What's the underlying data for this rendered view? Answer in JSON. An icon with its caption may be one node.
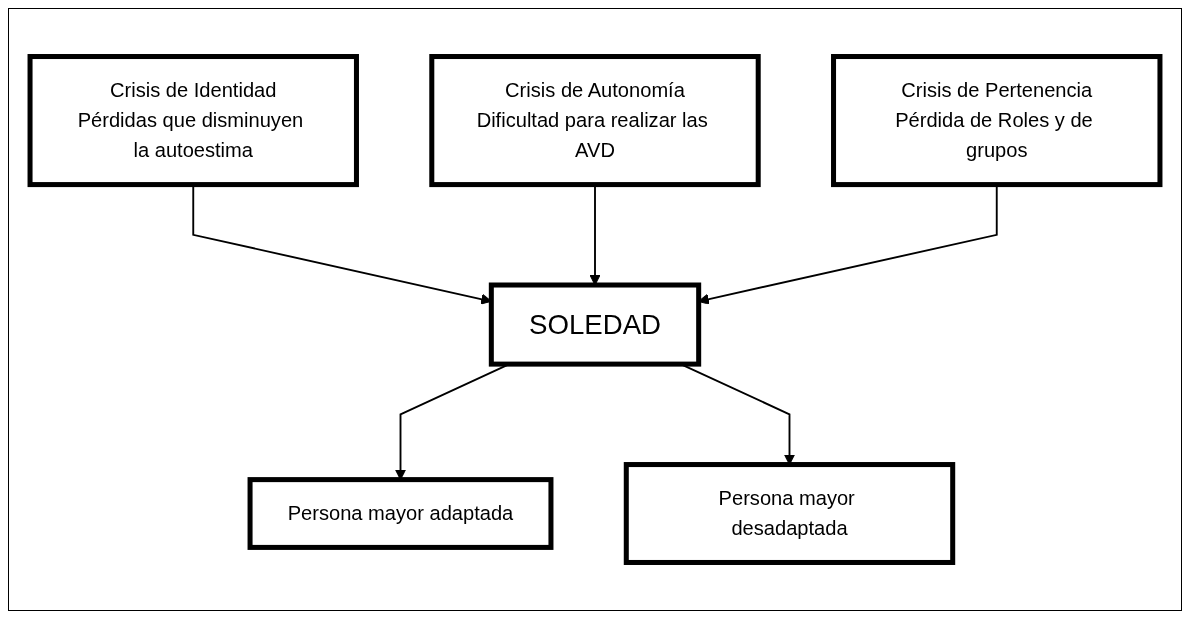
{
  "diagram": {
    "nodes": [
      {
        "text": [
          "Crisis de Identidad",
          "Pérdidas que disminuyen la autoestima"
        ]
      },
      {
        "text": [
          "Crisis de Autonomía",
          "Dificultad para realizar las AVD"
        ]
      },
      {
        "text": [
          "Crisis de Pertenencia",
          "Pérdida de Roles y de grupos"
        ]
      },
      {
        "text": [
          "SOLEDAD"
        ]
      },
      {
        "text": [
          "Persona mayor adaptada"
        ]
      },
      {
        "text": [
          "Persona mayor desadaptada"
        ]
      }
    ],
    "edges": [
      {
        "from": 0,
        "to": 3,
        "arrow": "to"
      },
      {
        "from": 1,
        "to": 3,
        "arrow": "to"
      },
      {
        "from": 2,
        "to": 3,
        "arrow": "to"
      },
      {
        "from": 3,
        "to": 4,
        "arrow": "to"
      },
      {
        "from": 3,
        "to": 5,
        "arrow": "to"
      }
    ]
  }
}
